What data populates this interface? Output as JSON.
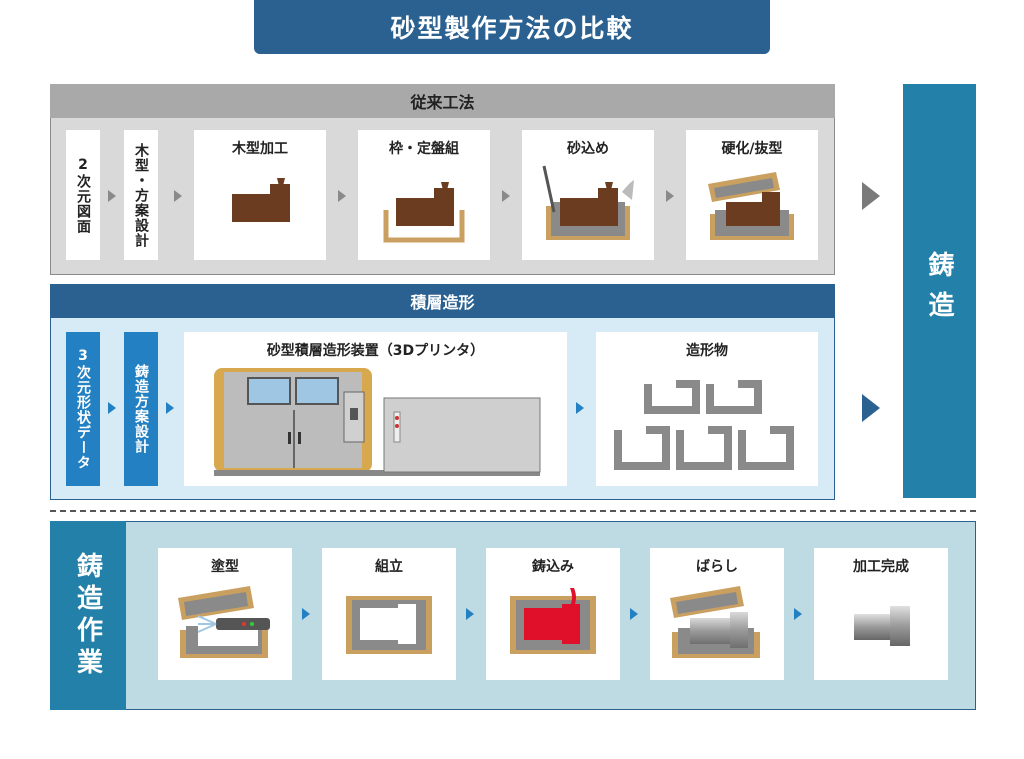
{
  "title": "砂型製作方法の比較",
  "conventional": {
    "header": "従来工法",
    "boxes": [
      "2次元図面",
      "木型・方案設計"
    ],
    "steps": [
      "木型加工",
      "枠・定盤組",
      "砂込め",
      "硬化/抜型"
    ]
  },
  "additive": {
    "header": "積層造形",
    "boxes": [
      "3次元形状データ",
      "鋳造方案設計"
    ],
    "steps": [
      "砂型積層造形装置（3Dプリンタ）",
      "造形物"
    ]
  },
  "casting_label": "鋳造",
  "casting_work": {
    "label": "鋳造作業",
    "steps": [
      "塗型",
      "組立",
      "鋳込み",
      "ばらし",
      "加工完成"
    ]
  },
  "colors": {
    "title_blue": "#2b6190",
    "accent_blue": "#2380c2",
    "wood": "#6b3c1f",
    "mold_tan": "#c9a060",
    "sand_gray": "#8a8a8a",
    "molten_red": "#e0102a"
  }
}
